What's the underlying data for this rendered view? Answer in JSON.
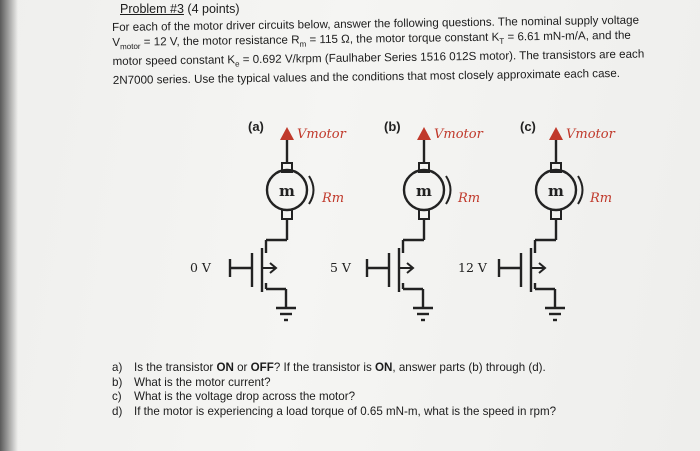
{
  "problem": {
    "heading": "Problem #3",
    "points": "(4 points)"
  },
  "intro": {
    "line1": "For each of the motor driver circuits below, answer the following questions.  The nominal supply voltage",
    "line2_pre": "V",
    "line2_sub": "motor",
    "line2_post": " = 12 V, the motor resistance R",
    "line2_sub2": "m",
    "line2_post2": " = 115 Ω, the motor torque constant K",
    "line2_sub3": "T",
    "line2_post3": " = 6.61 mN-m/A, and the",
    "line3_pre": "motor speed constant K",
    "line3_sub": "e",
    "line3_post": " = 0.692 V/krpm (Faulhaber Series 1516 012S motor).  The transistors are each",
    "line4": "2N7000 series.  Use the typical values and the conditions that most closely approximate each case."
  },
  "circuits": [
    {
      "case_label": "(a)",
      "supply": "Vmotor",
      "motor_symbol": "m",
      "resistance": "Rm",
      "gate_voltage": "0 V"
    },
    {
      "case_label": "(b)",
      "supply": "Vmotor",
      "motor_symbol": "m",
      "resistance": "Rm",
      "gate_voltage": "5 V"
    },
    {
      "case_label": "(c)",
      "supply": "Vmotor",
      "motor_symbol": "m",
      "resistance": "Rm",
      "gate_voltage": "12 V"
    }
  ],
  "questions": [
    {
      "letter": "a)",
      "pre": "Is the transistor ",
      "b1": "ON",
      "mid": " or ",
      "b2": "OFF",
      "mid2": "?  If the transistor is ",
      "b3": "ON",
      "post": ", answer parts (b) through (d)."
    },
    {
      "letter": "b)",
      "text": "What is the motor current?"
    },
    {
      "letter": "c)",
      "text": "What is the voltage drop across the motor?"
    },
    {
      "letter": "d)",
      "text": "If the motor is experiencing a load torque of 0.65 mN-m, what is the speed in rpm?"
    }
  ],
  "colors": {
    "ink": "#1c1c1c",
    "handwriting": "#c0392b",
    "paper": "#f2f2f0"
  }
}
